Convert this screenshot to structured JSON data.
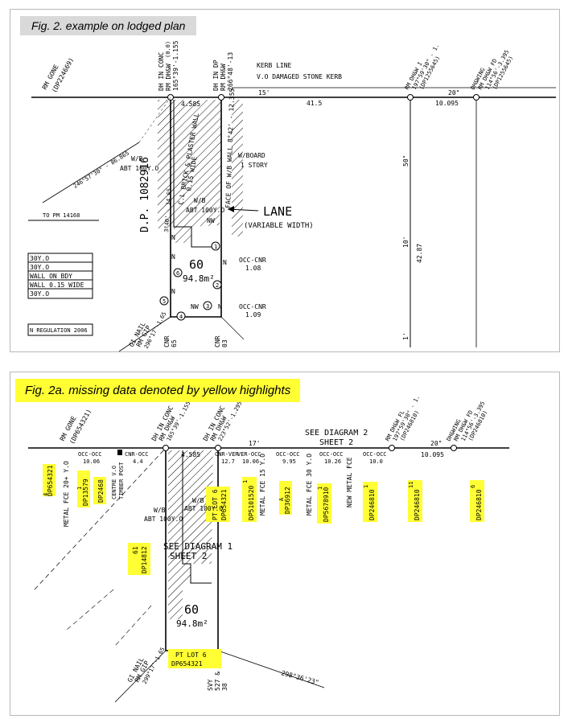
{
  "fig1": {
    "caption": "Fig. 2.  example on lodged plan",
    "labels": {
      "rm_gone": "RM GONE",
      "rm_gone_dp": "(DP224669)",
      "dh_conc": "DH IN CONC",
      "rm_dhw_a": "RM DH&W",
      "bearing_a": "165°39'-1.155",
      "dist_00": "(0.0)",
      "dh_dp": "DH IN DP",
      "rm_dhw_b": "RM DH&W",
      "bearing_b": "266°48'-13",
      "kerb_line": "KERB LINE",
      "vo_kerb": "V.O DAMAGED STONE KERB",
      "dim_15": "15'",
      "dim_4585": "4.585",
      "dim_415": "41.5",
      "dim_20": "20\"",
      "dim_10095": "10.095",
      "rm_dhw_r1": "RM DH&W I",
      "bearing_r1": "197°59'30\" - 1.",
      "dp_r1": "(DP1255645)",
      "dhw_r2": "DH&WING",
      "rm_dhw_r2": "RM DH&W FD",
      "bearing_r2": "114°56'-3.395",
      "dp_r2": "(DP1255645)",
      "bearing_left": "246°57'30\" - 86.865",
      "to_pm": "TO PM 14168",
      "wb_left_1": "W/B",
      "wb_left_2": "ABT 100Y.O",
      "cl_wall_1": "C.L BRICK & PLASTER WALL",
      "cl_wall_2": "0.15 WIDE",
      "dp1082916": "D.P. 1082916",
      "bearing_wall": "3°40' - 14.65",
      "wb_mid_1": "W/B",
      "wb_mid_2": "ABT 100Y.O",
      "face_wall": "FACE OF W/B WALL 8°42' - 12.355",
      "wboard_1": "W/BOARD",
      "wboard_2": "1 STORY",
      "lane": "LANE",
      "lane_width": "(VARIABLE WIDTH)",
      "nw_top": "NW",
      "occ_cnr_1": "OCC-CNR",
      "occ_cnr_1_v": "1.08",
      "lot": "60",
      "area": "94.8m²",
      "occ_cnr_2": "OCC-CNR",
      "occ_cnr_2_v": "1.09",
      "nw_bot": "NW",
      "gi_nail": "GI NAIL",
      "rm_gip": "RM GIP",
      "bearing_gi": "296°17'-1.65",
      "cnr_65": "CNR",
      "cnr_65_v": "65",
      "cnr_03": "CNR",
      "cnr_03_v": "03",
      "dim_50": "50\"",
      "dim_10": "10'",
      "dim_4287": "42.87",
      "dim_1": "1'",
      "n_a": "N",
      "n_b": "N",
      "n_c": "N",
      "n_d": "N",
      "n_e": "N",
      "c1": "1",
      "c2": "2",
      "c3": "3",
      "c4": "4",
      "c5": "5",
      "c6": "6",
      "table_rows": [
        "30Y.O",
        "30Y.O",
        "WALL ON BDY",
        "WALL 0.15 WIDE",
        "30Y.O"
      ],
      "regulation": "N REGULATION 2006"
    }
  },
  "fig2": {
    "caption": "Fig. 2a.  missing data denoted by yellow highlights",
    "labels": {
      "rm_gone": "RM GONE",
      "rm_gone_dp": "(DP654321)",
      "dh_conc": "DH IN CONC",
      "rm_dhw_a": "RM DH&W",
      "bearing_a": "165°39'-1.155",
      "dh_conc_b": "DH IN CONC",
      "rm_dhw_b": "RM DH&W",
      "bearing_b": "223°52'-1.295",
      "see_diag2_1": "SEE DIAGRAM 2",
      "see_diag2_2": "SHEET 2",
      "dim_17": "17'",
      "dim_20": "20\"",
      "rm_dhw_r1": "RM DH&W FL",
      "bearing_r1": "197°59'30\" - 1.",
      "dp_r1": "(DP246810)",
      "dhw_r2": "DH&WING",
      "rm_dhw_r2": "RM DH&W FD",
      "bearing_r2": "114°56'-3.395",
      "dp_r2": "(DP246810)",
      "occ_occ_1": "OCC-OCC",
      "occ_occ_1_v": "10.06",
      "cnr_occ": "CNR-OCC",
      "cnr_occ_v": "4.4",
      "dim_4585": "4.585",
      "cnr_ver": "CNR-VER",
      "cnr_ver_v": "12.7",
      "ver_occ": "VER-OCC",
      "ver_occ_v": "10.06",
      "occ_occ_2": "OCC-OCC",
      "occ_occ_2_v": "9.95",
      "occ_occ_3": "OCC-OCC",
      "occ_occ_3_v": "10.26",
      "occ_occ_4": "OCC-OCC",
      "occ_occ_4_v": "10.0",
      "dim_10095": "10.095",
      "metal_fce_20": "METAL FCE 20+ Y.O",
      "centre_vo": "CENTRE V.O",
      "timber_post": "TIMBER POST",
      "metal_fce_15": "METAL FCE 15 Y.O",
      "metal_fce_30": "METAL FCE 30 Y.O",
      "new_metal_fce": "NEW METAL FCE",
      "wb_left_1": "W/B",
      "wb_left_2": "ABT 100Y.O",
      "wb_mid_1": "W/B",
      "wb_mid_2": "ABT 100Y.O",
      "see_diag1_1": "SEE DIAGRAM 1",
      "see_diag1_2": "SHEET 2",
      "lot": "60",
      "area": "94.8m²",
      "gi_nail": "GI NAIL",
      "rm_gip": "RM GIP",
      "bearing_gi": "299°17'-1.65",
      "svy": "SVY",
      "svy_v1": "527 &",
      "svy_v2": "38",
      "bearing_br": "298°36'23\"",
      "pt_lot_top": "PT LOT 6",
      "pt_lot_bot": "PT LOT 6"
    },
    "highlights": [
      {
        "id": "h1",
        "lot": "4",
        "dp": "DP654321"
      },
      {
        "id": "h2",
        "lot": "1",
        "dp": "DP13579"
      },
      {
        "id": "h3",
        "lot": "",
        "dp": "DP2468"
      },
      {
        "id": "h4",
        "lot": "PT LOT 6",
        "dp": "DP654321"
      },
      {
        "id": "h5",
        "lot": "1",
        "dp": "DP5101520"
      },
      {
        "id": "h6",
        "lot": "A",
        "dp": "DP36912"
      },
      {
        "id": "h7",
        "lot": "1",
        "dp": "DP5678910"
      },
      {
        "id": "h8",
        "lot": "1",
        "dp": "DP246810"
      },
      {
        "id": "h9",
        "lot": "11",
        "dp": "DP246810"
      },
      {
        "id": "h10",
        "lot": "6",
        "dp": "DP246810"
      },
      {
        "id": "h11",
        "lot": "61",
        "dp": "DP14812"
      },
      {
        "id": "h12",
        "lot": "PT LOT 6",
        "dp": "DP654321"
      }
    ]
  }
}
